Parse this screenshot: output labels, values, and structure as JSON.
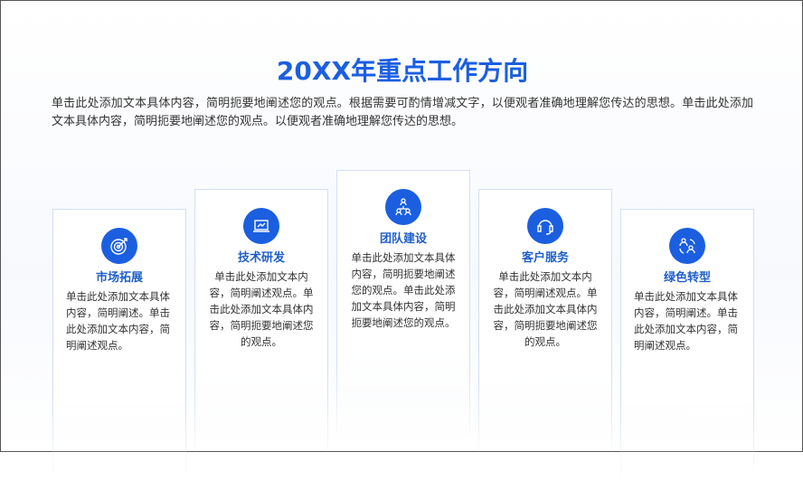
{
  "title": "20XX年重点工作方向",
  "description": "单击此处添加文本具体内容，简明扼要地阐述您的观点。根据需要可酌情增减文字，以便观者准确地理解您传达的思想。单击此处添加文本具体内容，简明扼要地阐述您的观点。以便观者准确地理解您传达的思想。",
  "colors": {
    "accent": "#1b5fe0"
  },
  "cards": [
    {
      "icon": "target-icon",
      "title": "市场拓展",
      "body": "单击此处添加文本具体内容，简明阐述。单击此处添加文本内容，简明阐述观点。"
    },
    {
      "icon": "laptop-chart-icon",
      "title": "技术研发",
      "body": "单击此处添加文本内容，简明阐述观点。单击此处添加文本具体内容，简明扼要地阐述您的观点。"
    },
    {
      "icon": "team-hierarchy-icon",
      "title": "团队建设",
      "body": "单击此处添加文本具体内容，简明扼要地阐述您的观点。单击此处添加文本具体内容，简明扼要地阐述您的观点。"
    },
    {
      "icon": "headset-icon",
      "title": "客户服务",
      "body": "单击此处添加文本内容，简明阐述观点。单击此处添加文本具体内容，简明扼要地阐述您的观点。"
    },
    {
      "icon": "user-exchange-icon",
      "title": "绿色转型",
      "body": "单击此处添加文本具体内容，简明阐述。单击此处添加文本内容，简明阐述观点。"
    }
  ]
}
